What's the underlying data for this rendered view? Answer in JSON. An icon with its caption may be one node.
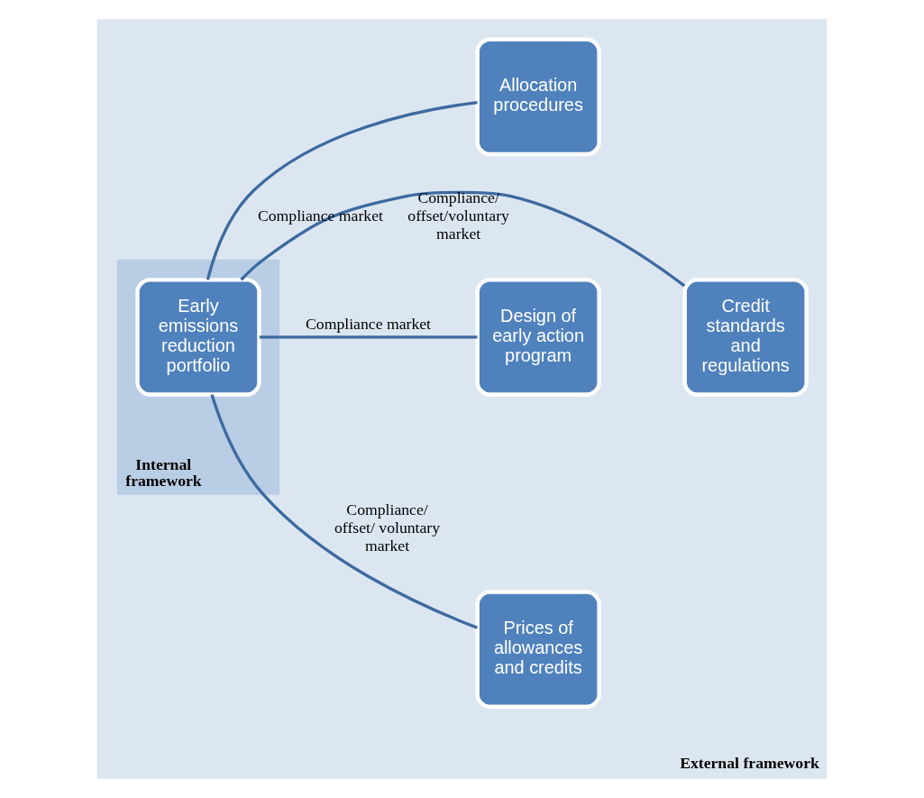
{
  "diagram": {
    "nodes": [
      {
        "text": [
          "External framework"
        ]
      },
      {
        "text": [
          "Internal framework"
        ],
        "in": 0
      },
      {
        "text": [
          "Allocation procedures"
        ],
        "in": 0
      },
      {
        "text": [
          "Design of early action program"
        ],
        "in": 0
      },
      {
        "text": [
          "Early emissions reduction portfolio"
        ],
        "in": 1
      },
      {
        "text": [
          "Credit standards and regulations"
        ],
        "in": 0
      },
      {
        "text": [
          "Prices of allowances and credits"
        ],
        "in": 0
      }
    ],
    "edges": [
      {
        "from": 2,
        "to": 4,
        "arrow": "none",
        "label": "Compliance market"
      },
      {
        "from": 3,
        "to": 4,
        "arrow": "none",
        "label": "Compliance market"
      },
      {
        "from": 4,
        "to": 5,
        "arrow": "none",
        "label": "Compliance/ offset/voluntary market"
      },
      {
        "from": 4,
        "to": 6,
        "arrow": "none",
        "label": "Compliance/ offset/ voluntary market"
      }
    ]
  }
}
